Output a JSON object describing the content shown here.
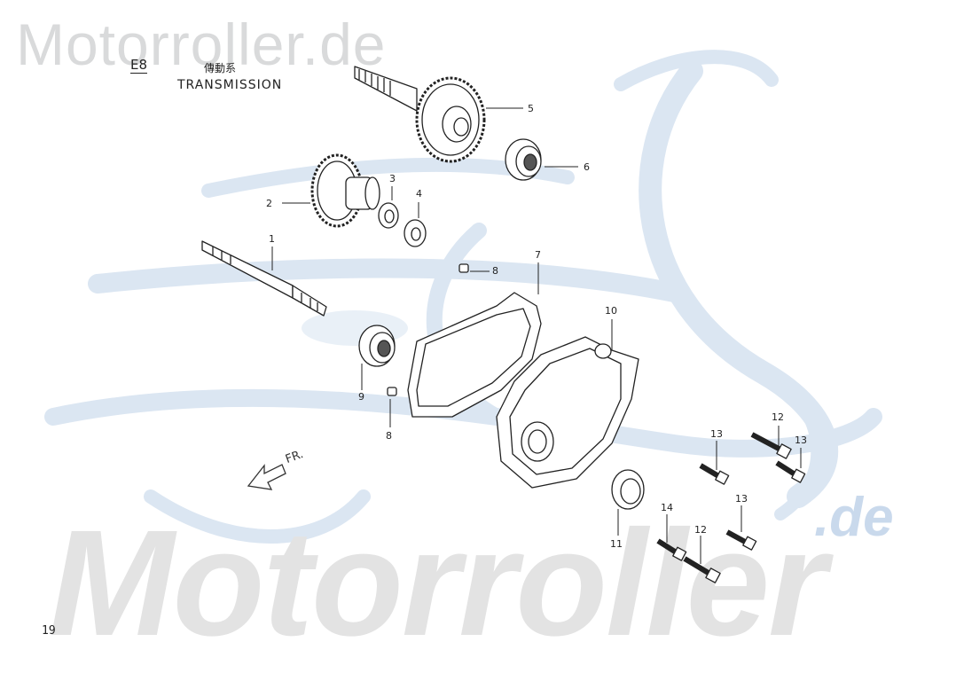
{
  "watermark": {
    "top_text": "Motorroller.de",
    "big_text": "Motorroller",
    "suffix": ".de"
  },
  "header": {
    "code": "E8",
    "title_cjk": "傳動系",
    "title": "TRANSMISSION"
  },
  "direction_label": "FR.",
  "page_number": "19",
  "callouts": [
    "1",
    "2",
    "3",
    "4",
    "5",
    "6",
    "7",
    "8",
    "8",
    "9",
    "10",
    "11",
    "12",
    "12",
    "13",
    "13",
    "13",
    "14"
  ]
}
